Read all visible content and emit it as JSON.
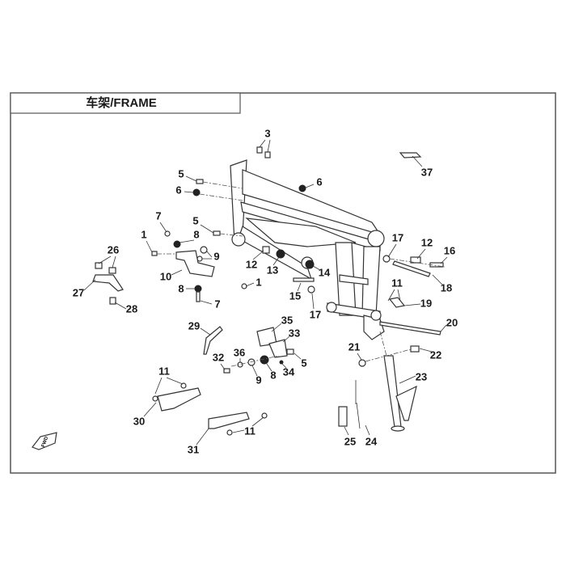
{
  "title": "车架/FRAME",
  "fwd_marker": "FWD",
  "callouts": [
    "3",
    "5",
    "6",
    "6",
    "7",
    "5",
    "8",
    "1",
    "9",
    "26",
    "12",
    "13",
    "1",
    "10",
    "8",
    "7",
    "27",
    "28",
    "17",
    "12",
    "16",
    "18",
    "14",
    "11",
    "15",
    "17",
    "19",
    "37",
    "35",
    "33",
    "29",
    "20",
    "36",
    "32",
    "5",
    "34",
    "8",
    "9",
    "21",
    "22",
    "23",
    "11",
    "30",
    "11",
    "31",
    "25",
    "24"
  ]
}
